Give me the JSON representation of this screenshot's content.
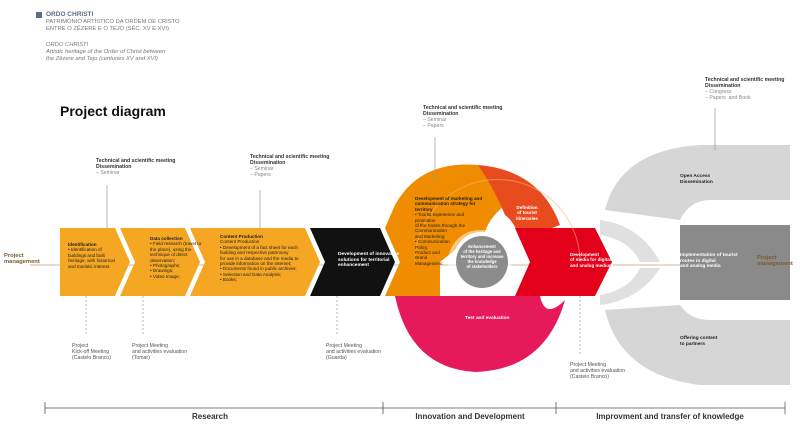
{
  "header": {
    "title_pt": "ORDO CHRISTI",
    "subtitle_pt_1": "PATRIMÓNIO ARTÍSTICO DA ORDEM DE CRISTO",
    "subtitle_pt_2": "ENTRE O ZÊZERE E O TEJO (SÉC. XV E XVI)",
    "title_en": "ORDO CHRISTI",
    "subtitle_en_1": "Artistic heritage of the Order of Christ between",
    "subtitle_en_2": "the Zêzere and Tejo (centuries XV and XVI)"
  },
  "diagram_title": "Project diagram",
  "project_management_left": [
    "Project",
    "management"
  ],
  "project_management_right": [
    "Project",
    "management"
  ],
  "top_notes": {
    "n1": {
      "title": "Technical and scientific meeting\nDissemination",
      "items": "– Seminar"
    },
    "n2": {
      "title": "Technical and scientific meeting\nDissemination",
      "items": "– Seminar\n– Papers"
    },
    "n3": {
      "title": "Technical and scientific meeting\nDissemination",
      "items": "– Seminar\n– Papers"
    },
    "n4": {
      "title": "Technical and scientific meeting\nDissemination",
      "items": "– Congress\n– Papers  and Book"
    }
  },
  "stages": {
    "identification": {
      "title": "Identification",
      "body": "• Identification of\nbuildings and built\nheritage, with historical\nand touristic interest"
    },
    "data_collection": {
      "title": "Data collection",
      "body": "• Field research (travel to\nthe place), using the\ntechnique of direct\nobservation;\n• Photographs;\n• Drawings;\n• Video Image;"
    },
    "content_production": {
      "title": "Content Production",
      "body": "Content Production\n• Development of a fact sheet for each\nbuilding and respective patrimony\nfor use in a database and the media to\nprovide information on the Internet;\n• Documents found in public archives;\n• Selection and Data Analysis;\n• Books;"
    },
    "innovative_solutions": "Development of innovative\nsolutions for territorial\nenhancement",
    "marketing": {
      "title": "Development of marketing and\ncommunication strategy for\nterritory",
      "body": "• Tourist experience and\npromotion\nof the routes through the\nCommunication\nand Marketing;\n• Communication\nPolicy,\nProduct and\nBrand\nManagement."
    },
    "itineraries": "Definition\nof tourist\nitineraries",
    "center": "Enhancement\nof the heritage and\nterritory and increase\nthe knowledge\nof stakeholders",
    "test": "Test and evaluation",
    "media": "Development\nof media for digital\nand analog medium.",
    "open_access": "Open Access\nDissemination",
    "implementation": "Implementation of tourist\nroutes in digital\nand analog media",
    "offering": "Offering content\nto partners"
  },
  "bottom_notes": {
    "b1": "Project\nKick-off Meeting\n(Castelo Branco)",
    "b2": "Project Meeting\nand activities evaluation\n(Tomar)",
    "b3": "Project Meeting\nand activities evaluation\n(Guarda)",
    "b4": "Project Meeting\nand activities evaluation\n(Castelo Branco)"
  },
  "phases": {
    "research": "Research",
    "innovation": "Innovation and Development",
    "improvement": "Improvment and transfer of knowledge"
  },
  "colors": {
    "yellow": "#f5a623",
    "orange": "#ef7d00",
    "red_orange": "#e84c1e",
    "magenta": "#e6195a",
    "red": "#e2001a",
    "black": "#111111",
    "gray": "#808080",
    "light_gray": "#d4d4d4",
    "line_brown": "#a87a4a"
  }
}
